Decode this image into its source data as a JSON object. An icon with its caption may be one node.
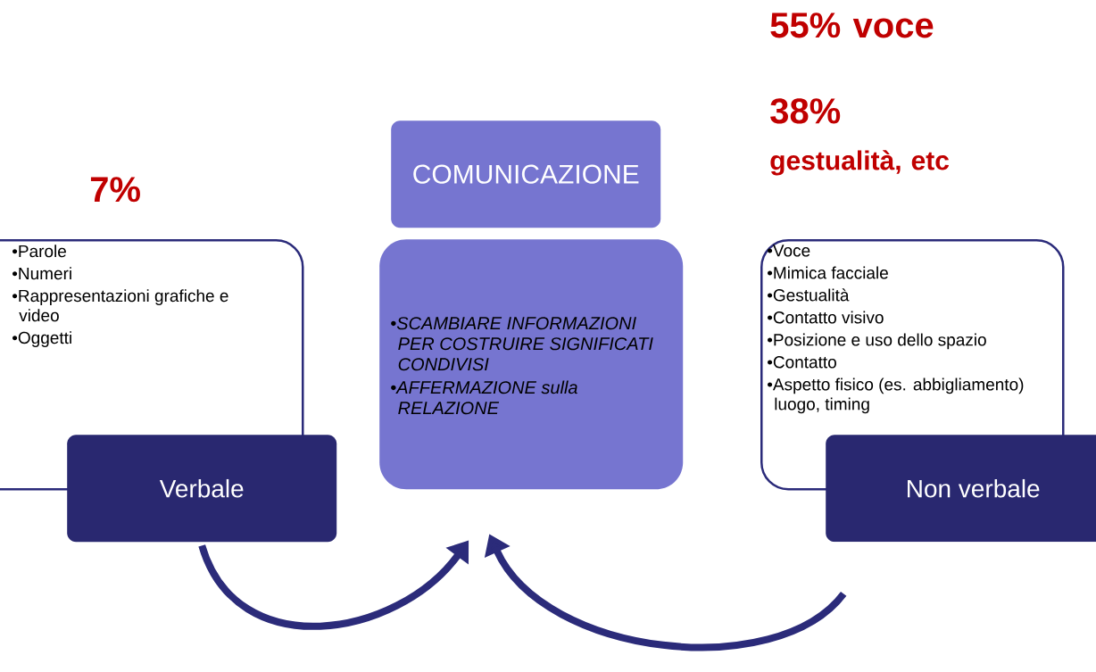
{
  "diagram": {
    "nodes": [
      {
        "text": [
          "COMUNICAZIONE"
        ]
      },
      {
        "text": [
          "•SCAMBIARE INFORMAZIONI PER COSTRUIRE SIGNIFICATI CONDIVISI",
          "•AFFERMAZIONE sulla RELAZIONE"
        ]
      },
      {
        "text": [
          "•Parole",
          "•Numeri",
          "•Rappresentazioni grafiche e video",
          "•Oggetti"
        ]
      },
      {
        "text": [
          "Verbale"
        ]
      },
      {
        "text": [
          "•Voce",
          "•Mimica facciale",
          "•Gestualità",
          "•Contatto visivo",
          "•Posizione e uso dello spazio",
          "•Contatto",
          "•Aspetto fisico (es. abbigliamento) luogo, timing"
        ]
      },
      {
        "text": [
          "Non verbale"
        ]
      }
    ],
    "edges": [
      {
        "from": 3,
        "to": 1,
        "arrow": "to"
      },
      {
        "from": 5,
        "to": 1,
        "arrow": "to"
      }
    ],
    "labels": [
      "55% voce",
      "38%",
      "gestualità, etc",
      "7%"
    ]
  }
}
